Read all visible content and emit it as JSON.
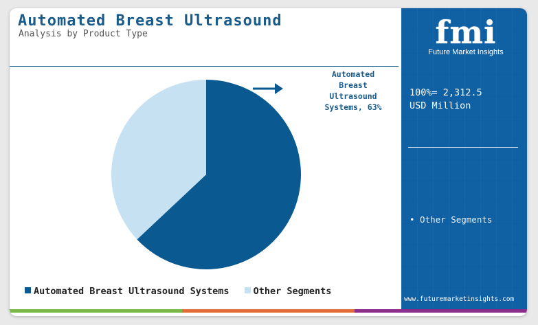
{
  "header": {
    "title": "Automated Breast Ultrasound",
    "subtitle": "Analysis by Product Type"
  },
  "callout": {
    "line1": "Automated",
    "line2": "Breast",
    "line3": "Ultrasound",
    "line4": "Systems, 63%"
  },
  "legend": {
    "item1": "Automated Breast Ultrasound Systems",
    "item2": "Other Segments"
  },
  "sidebar": {
    "logo_mark": "fmi",
    "logo_text": "Future Market Insights",
    "total_line1": "100%= 2,312.5",
    "total_line2": "USD Million",
    "segment_item": "• Other Segments",
    "url": "www.futuremarketinsights.com"
  },
  "colors": {
    "primary": "#0a5a91",
    "secondary": "#c5e1f2",
    "sidebar": "#1060a4",
    "footer": [
      "#7ab648",
      "#e56b3a",
      "#8b2d8b"
    ]
  },
  "chart_data": {
    "type": "pie",
    "categories": [
      "Automated Breast Ultrasound Systems",
      "Other Segments"
    ],
    "values": [
      63,
      37
    ],
    "title": "Automated Breast Ultrasound",
    "subtitle": "Analysis by Product Type",
    "legend": "bottom",
    "total": "100%= 2,312.5 USD Million"
  }
}
